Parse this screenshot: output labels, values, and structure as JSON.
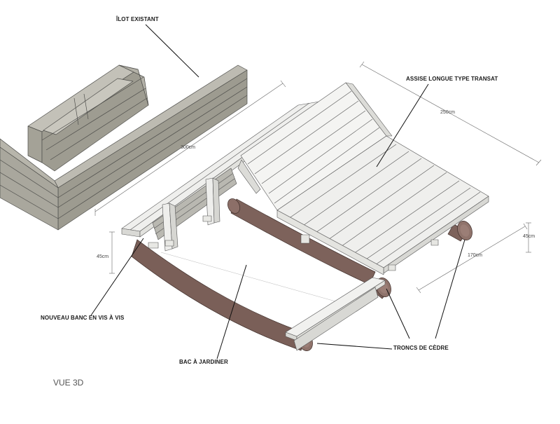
{
  "labels": {
    "ilot": "ÎLOT EXISTANT",
    "assise": "ASSISE LONGUE TYPE TRANSAT",
    "banc": "NOUVEAU BANC EN VIS À VIS",
    "bac": "BAC À JARDINER",
    "troncs": "TRONCS DE CÈDRE"
  },
  "dimensions": {
    "length_300": "300cm",
    "length_250": "250cm",
    "height_left": "45cm",
    "height_right": "45cm",
    "width_170": "170cm"
  },
  "caption": "VUE 3D",
  "colors": {
    "wood_existing": "#a7a59a",
    "wood_new": "#ececea",
    "cedar_log": "#7f655f",
    "line": "#222222"
  }
}
